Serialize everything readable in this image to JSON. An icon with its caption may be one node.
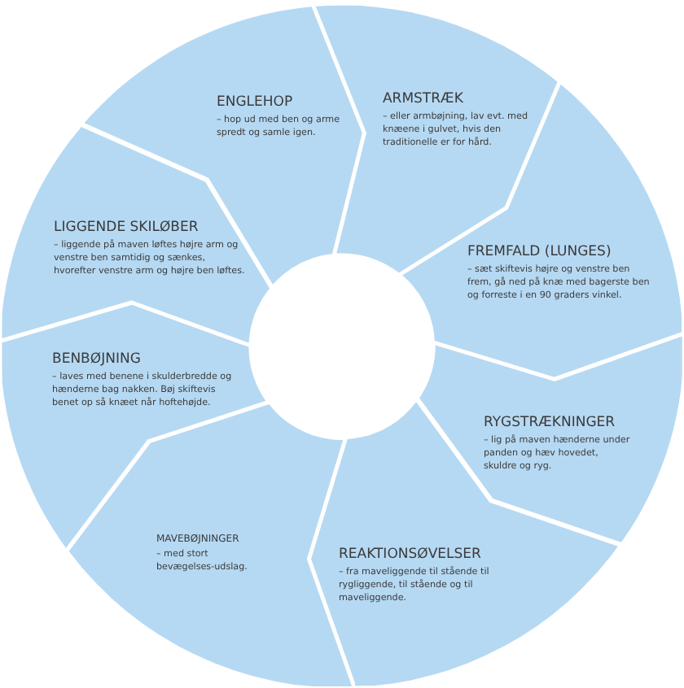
{
  "diagram": {
    "nodes": [
      {
        "text": [
          "ENGLEHOP",
          "– hop ud med ben og arme spredt og samle igen."
        ]
      },
      {
        "text": [
          "ARMSTRÆK",
          "– eller armbøjning, lav evt. med knæene i gulvet, hvis den traditionelle er for hård."
        ]
      },
      {
        "text": [
          "FREMFALD (LUNGES)",
          "– sæt skiftevis højre og venstre ben frem, gå ned på knæ med bagerste ben og forreste i en 90 graders vinkel."
        ]
      },
      {
        "text": [
          "RYGSTRÆKNINGER",
          "– lig på maven hænderne under panden og hæv hovedet, skuldre og ryg."
        ]
      },
      {
        "text": [
          "REAKTIONSØVELSER",
          "– fra maveliggende til stående til rygliggende, til stående og til maveliggende."
        ]
      },
      {
        "text": [
          "MAVEBØJNINGER",
          "– med stort bevægelses-udslag."
        ]
      },
      {
        "text": [
          "BENBØJNING",
          "– laves med benene i skulderbredde og hænderne bag nakken. Bøj skiftevis benet op så knæet når hoftehøjde."
        ]
      },
      {
        "text": [
          "LIGGENDE SKILØBER",
          "– liggende på maven løftes højre arm og venstre ben samtidig og sænkes, hvorefter venstre arm og højre ben løftes."
        ]
      }
    ]
  }
}
